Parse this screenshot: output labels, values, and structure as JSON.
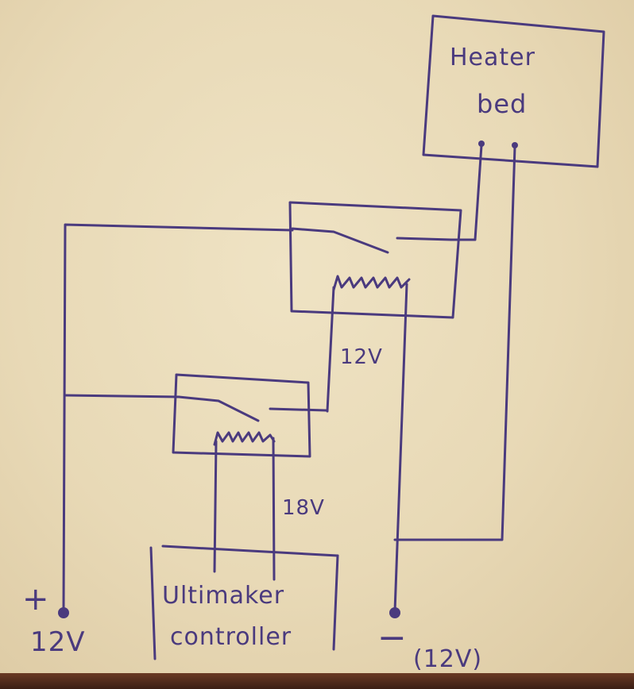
{
  "diagram": {
    "heater_label_line1": "Heater",
    "heater_label_line2": "bed",
    "relay_large_voltage": "12V",
    "relay_small_voltage": "18V",
    "controller_label_line1": "Ultimaker",
    "controller_label_line2": "controller",
    "positive_symbol": "+",
    "positive_voltage": "12V",
    "negative_symbol": "−",
    "negative_voltage": "(12V)"
  },
  "colors": {
    "ink": "#4a3a7e",
    "paper": "#e8d9b6"
  }
}
